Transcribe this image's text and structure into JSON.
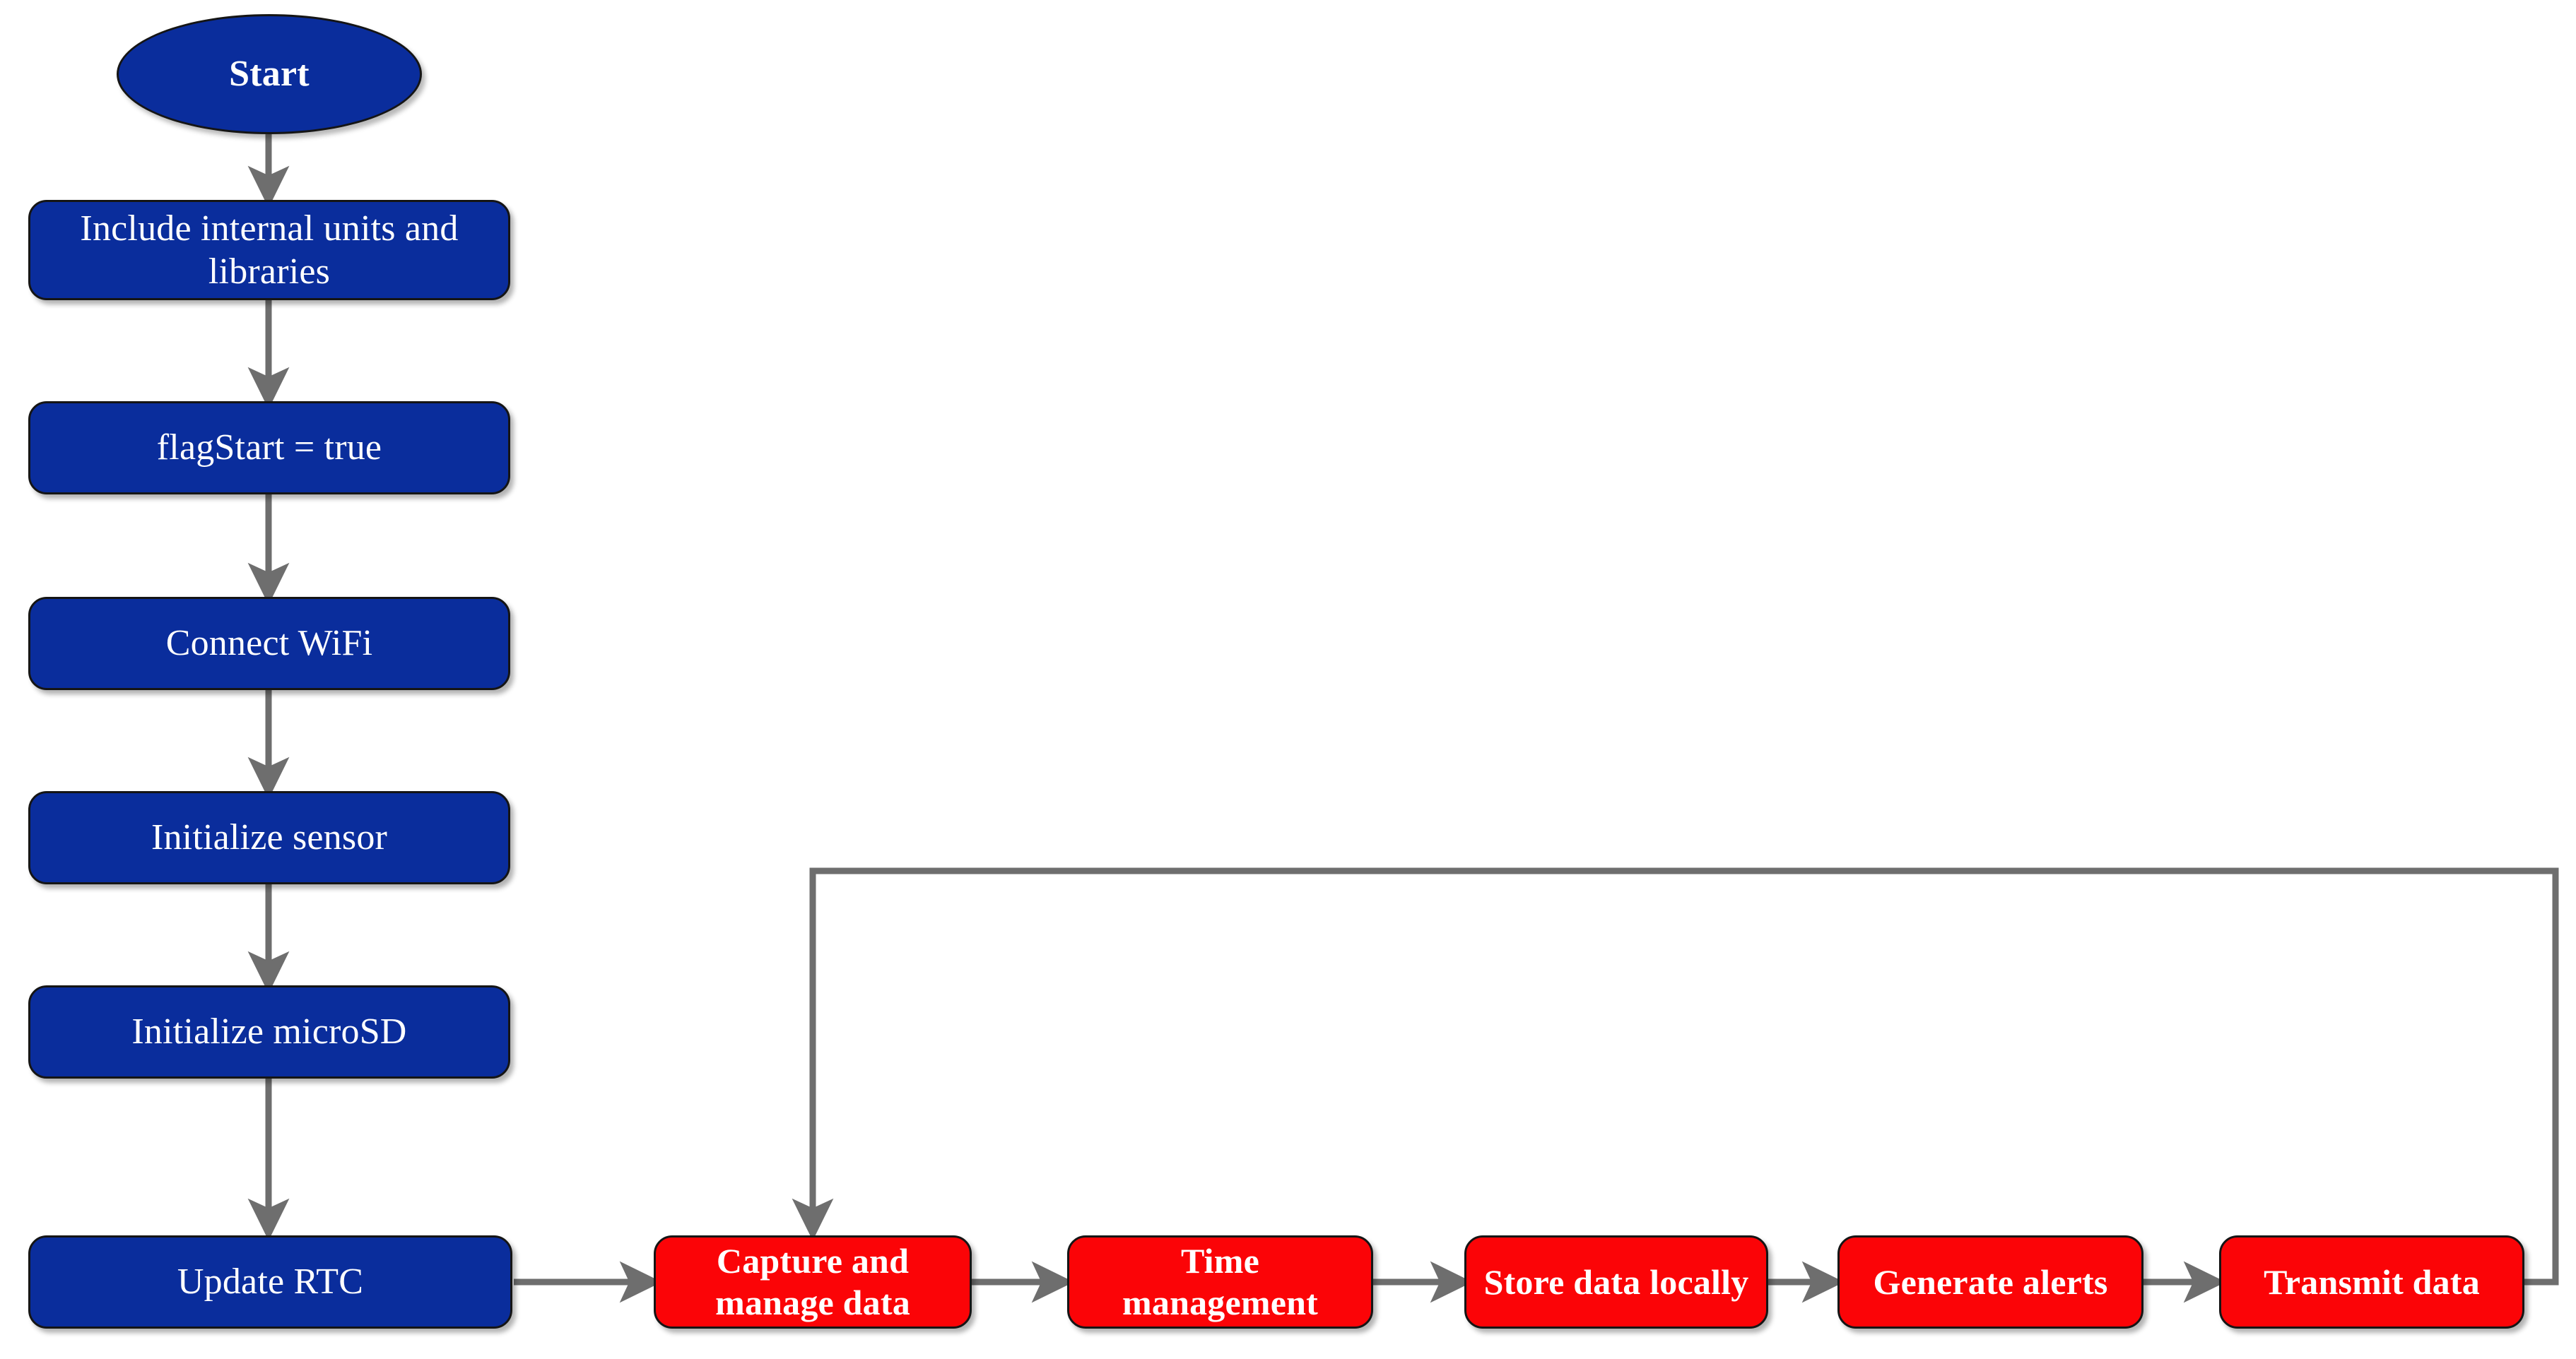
{
  "diagram": {
    "title": "Firmware main routine flowchart",
    "background": "#ffffff",
    "colors": {
      "blue_fill": "#0a2d9c",
      "red_fill": "#fb0407",
      "node_stroke": "#151515",
      "edge_stroke": "#6e6e6e",
      "label_text": "#ffffff"
    },
    "nodes": {
      "start": {
        "label": "Start",
        "shape": "ellipse",
        "fill": "blue"
      },
      "include": {
        "label": "Include internal units and\nlibraries",
        "shape": "rounded-rect",
        "fill": "blue"
      },
      "flagstart": {
        "label": "flagStart = true",
        "shape": "rounded-rect",
        "fill": "blue"
      },
      "wifi": {
        "label": "Connect WiFi",
        "shape": "rounded-rect",
        "fill": "blue"
      },
      "sensor": {
        "label": "Initialize sensor",
        "shape": "rounded-rect",
        "fill": "blue"
      },
      "microsd": {
        "label": "Initialize microSD",
        "shape": "rounded-rect",
        "fill": "blue"
      },
      "rtc": {
        "label": "Update RTC",
        "shape": "rounded-rect",
        "fill": "blue"
      },
      "capture": {
        "label": "Capture and\nmanage data",
        "shape": "rounded-rect",
        "fill": "red"
      },
      "timemgmt": {
        "label": "Time\nmanagement",
        "shape": "rounded-rect",
        "fill": "red"
      },
      "store": {
        "label": "Store data locally",
        "shape": "rounded-rect",
        "fill": "red"
      },
      "alerts": {
        "label": "Generate alerts",
        "shape": "rounded-rect",
        "fill": "red"
      },
      "transmit": {
        "label": "Transmit data",
        "shape": "rounded-rect",
        "fill": "red"
      }
    },
    "edges": [
      {
        "from": "start",
        "to": "include",
        "kind": "vertical-arrow"
      },
      {
        "from": "include",
        "to": "flagstart",
        "kind": "vertical-arrow"
      },
      {
        "from": "flagstart",
        "to": "wifi",
        "kind": "vertical-arrow"
      },
      {
        "from": "wifi",
        "to": "sensor",
        "kind": "vertical-arrow"
      },
      {
        "from": "sensor",
        "to": "microsd",
        "kind": "vertical-arrow"
      },
      {
        "from": "microsd",
        "to": "rtc",
        "kind": "vertical-arrow"
      },
      {
        "from": "rtc",
        "to": "capture",
        "kind": "horizontal-arrow"
      },
      {
        "from": "capture",
        "to": "timemgmt",
        "kind": "horizontal-arrow"
      },
      {
        "from": "timemgmt",
        "to": "store",
        "kind": "horizontal-arrow"
      },
      {
        "from": "store",
        "to": "alerts",
        "kind": "horizontal-arrow"
      },
      {
        "from": "alerts",
        "to": "transmit",
        "kind": "horizontal-arrow"
      },
      {
        "from": "transmit",
        "to": "capture",
        "kind": "feedback-loop"
      }
    ]
  }
}
